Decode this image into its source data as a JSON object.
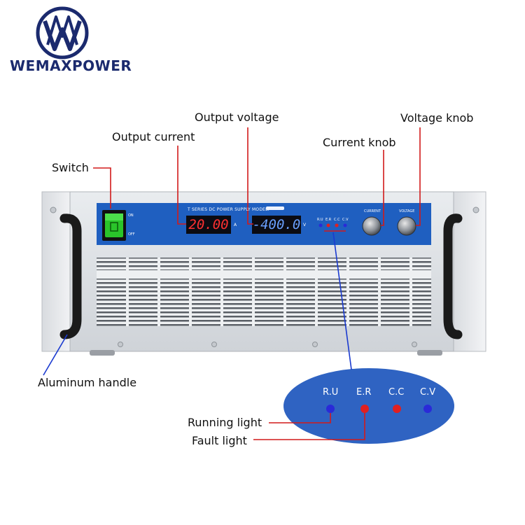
{
  "brand": {
    "name": "WEMAXPOWER"
  },
  "panel": {
    "title": "T  SERIES DC POWER SUPPLY  MODEL:",
    "switch_on": "ON",
    "switch_off": "OFF",
    "current_display": "20.00",
    "current_unit": "A",
    "voltage_display": "-400.0",
    "voltage_unit": "V",
    "knob_current_label": "CURRENT",
    "knob_voltage_label": "VOLTAGE",
    "indicator_labels": [
      "R.U",
      "E.R",
      "C.C",
      "C.V"
    ]
  },
  "callouts": {
    "output_voltage": "Output voltage",
    "output_current": "Output current",
    "voltage_knob": "Voltage knob",
    "current_knob": "Current knob",
    "switch": "Switch",
    "aluminum_handle": "Aluminum handle",
    "running_light": "Running light",
    "fault_light": "Fault light"
  },
  "zoom": {
    "labels": [
      "R.U",
      "E.R",
      "C.C",
      "C.V"
    ],
    "light_colors": [
      "#2a2ad8",
      "#e02020",
      "#e02020",
      "#2a2ad8"
    ]
  },
  "colors": {
    "panel_blue": "#1f5fc0",
    "callout_red": "#d21a1a",
    "callout_blue": "#1a3ad0",
    "display_red": "#ff3030",
    "display_blue": "#6aa0ff"
  }
}
